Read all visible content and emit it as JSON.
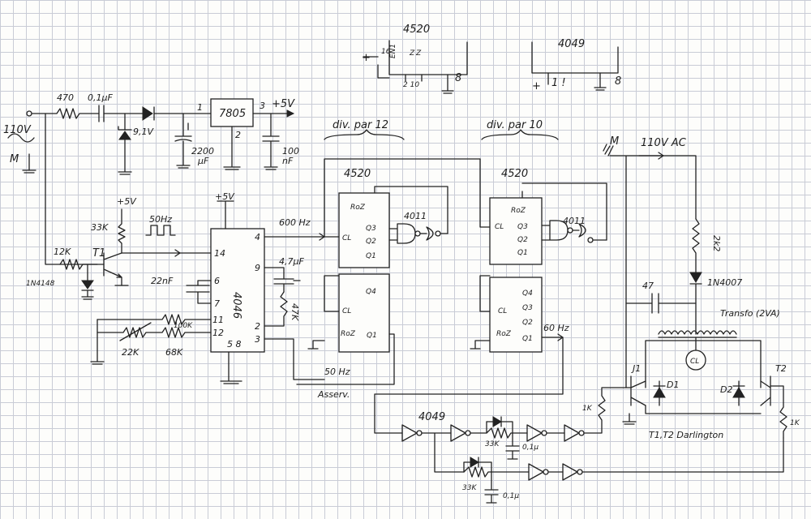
{
  "labels": {
    "ic_4520_top": "4520",
    "ic_4049_top": "4049",
    "pin_16": "16",
    "pin_8": "8",
    "pin_8b": "8",
    "pin_2_10": "2 10",
    "en1": "EN1",
    "z1": "Z",
    "z2": "Z",
    "plus_a": "+",
    "plus_b": "+",
    "one_excl": "1 !",
    "r470": "470",
    "c01uF": "0,1µF",
    "v110": "110V",
    "m_left": "M",
    "zener": "9,1V",
    "c2200": "2200",
    "muF": "µF",
    "reg_pin1": "1",
    "reg_pin2": "2",
    "reg_pin3": "3",
    "reg": "7805",
    "plus5v_top": "+5V",
    "c100": "100",
    "nF_100": "nF",
    "div12": "div. par 12",
    "div10": "div. par 10",
    "ic4520_a": "4520",
    "ic4520_b": "4520",
    "m_right": "M",
    "v110_right": "110V AC",
    "plus5v_a": "+5V",
    "plus5v_b": "+5V",
    "r33k": "33K",
    "sq50hz": "50Hz",
    "f600hz": "600 Hz",
    "r12k": "12K",
    "t1": "T1",
    "d1n4148": "1N4148",
    "c22nF": "22nF",
    "pll4046": "4046",
    "pll_pin4": "4",
    "pll_pin14": "14",
    "pll_pin6": "6",
    "pll_pin7": "7",
    "pll_pin9": "9",
    "pll_pin11": "11",
    "pll_pin12": "12",
    "pll_pin2": "2",
    "pll_pin3": "3",
    "pll_pin5_8": "5 8",
    "c47uF": "4,7µF",
    "r47k": "47K",
    "r100k": "100K",
    "r22k": "22K",
    "r68k": "68K",
    "roz_a": "RoZ",
    "cl_a": "CL",
    "q3_a": "Q3",
    "q2_a": "Q2",
    "q1_a": "Q1",
    "gate4011_a": "4011",
    "q4_a": "Q4",
    "cl_c": "CL",
    "roz_c": "RoZ",
    "q1_c": "Q1",
    "roz_b": "RoZ",
    "cl_b": "CL",
    "q3_b": "Q3",
    "q2_b": "Q2",
    "q1_b": "Q1",
    "gate4011_b": "4011",
    "q4_d": "Q4",
    "q3_d": "Q3",
    "q2_d": "Q2",
    "q1_d": "Q1",
    "cl_d": "CL",
    "roz_d": "RoZ",
    "f60hz": "60 Hz",
    "f50hz_bottom": "50 Hz",
    "asserv": "Asserv.",
    "r2kohm": "2k2",
    "d1n4007": "1N4007",
    "c47": "47",
    "transfo": "Transfo (2VA)",
    "cl_coil": "CL",
    "j1": "J1",
    "d1": "D1",
    "d2": "D2",
    "t2": "T2",
    "r1k_a": "1K",
    "r1k_b": "1K",
    "darlington": "T1,T2 Darlington",
    "gate4049": "4049",
    "r33k_a": "33K",
    "c01u_a": "0,1µ",
    "r33k_b": "33K",
    "c01u_b": "0,1µ"
  }
}
